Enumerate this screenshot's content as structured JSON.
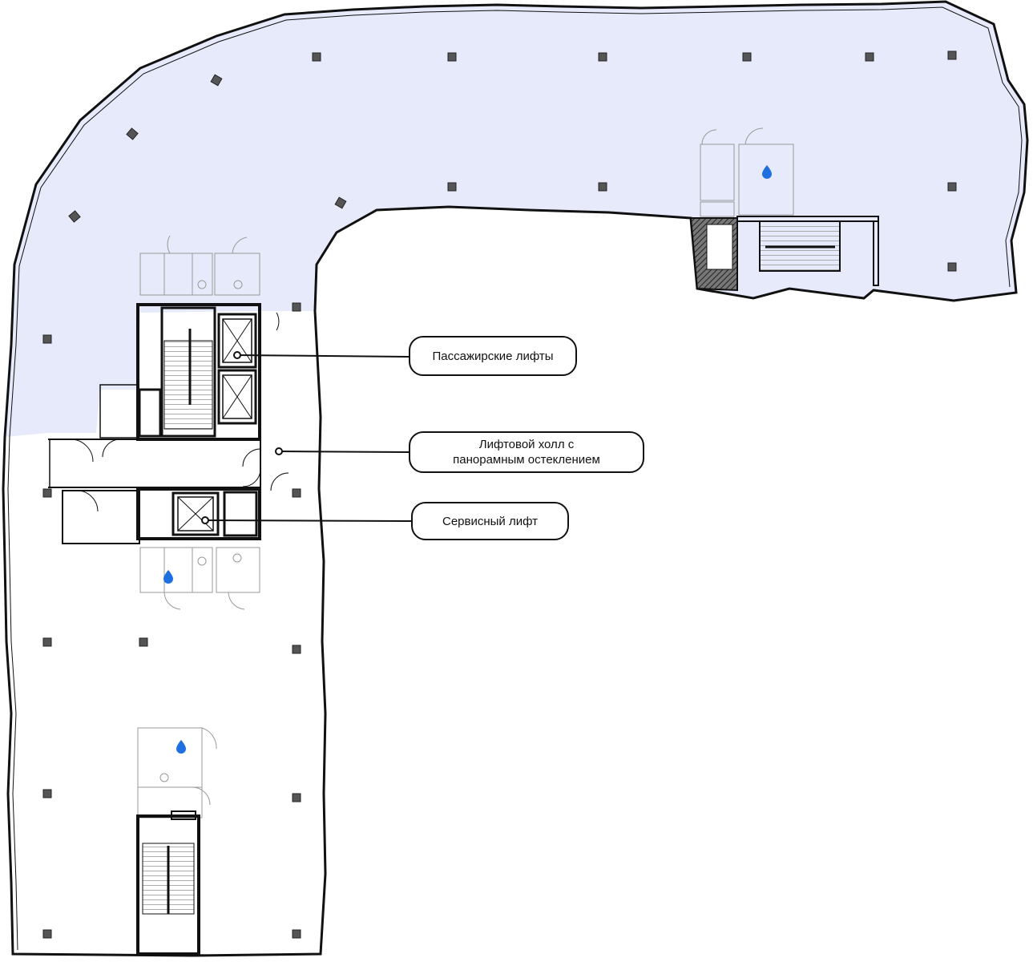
{
  "colors": {
    "highlight_fill": "#e6eafa",
    "wall": "#111111",
    "column": "#555555",
    "water": "#1e6fe0"
  },
  "icons": [
    "water-drop-icon"
  ],
  "callouts": {
    "passenger_lifts": "Пассажирские лифты",
    "lift_hall": "Лифтовой холл с\nпанорамным остеклением",
    "service_lift": "Сервисный лифт"
  }
}
